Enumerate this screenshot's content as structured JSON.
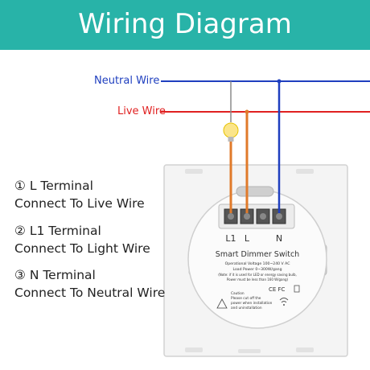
{
  "header": {
    "title": "Wiring Diagram"
  },
  "wires": {
    "neutral_label": "Neutral Wire",
    "live_label": "Live Wire",
    "neutral_color": "#1f3fbf",
    "live_color": "#e02020",
    "load_color": "#e07a2a"
  },
  "terminals": [
    {
      "title": "① L Terminal",
      "desc": "Connect To Live Wire"
    },
    {
      "title": "② L1 Terminal",
      "desc": "Connect To Light Wire"
    },
    {
      "title": "③ N Terminal",
      "desc": "Connect To Neutral Wire"
    }
  ],
  "switch": {
    "terminal_labels": [
      "L1",
      "L",
      "N"
    ],
    "product_name": "Smart Dimmer Switch",
    "spec_voltage": "Operational Voltage  100~240 V AC",
    "spec_load": "Load Power 0~300W/gang",
    "spec_note_1": "(Note: if it is used for LED or energy saving bulb,",
    "spec_note_2": "Power must be less than 160 W/gang)",
    "caution_1": "Caution",
    "caution_2": "Please cut off the",
    "caution_3": "power when installation",
    "caution_4": "and uninstallation",
    "cert_marks": "CE FC"
  }
}
